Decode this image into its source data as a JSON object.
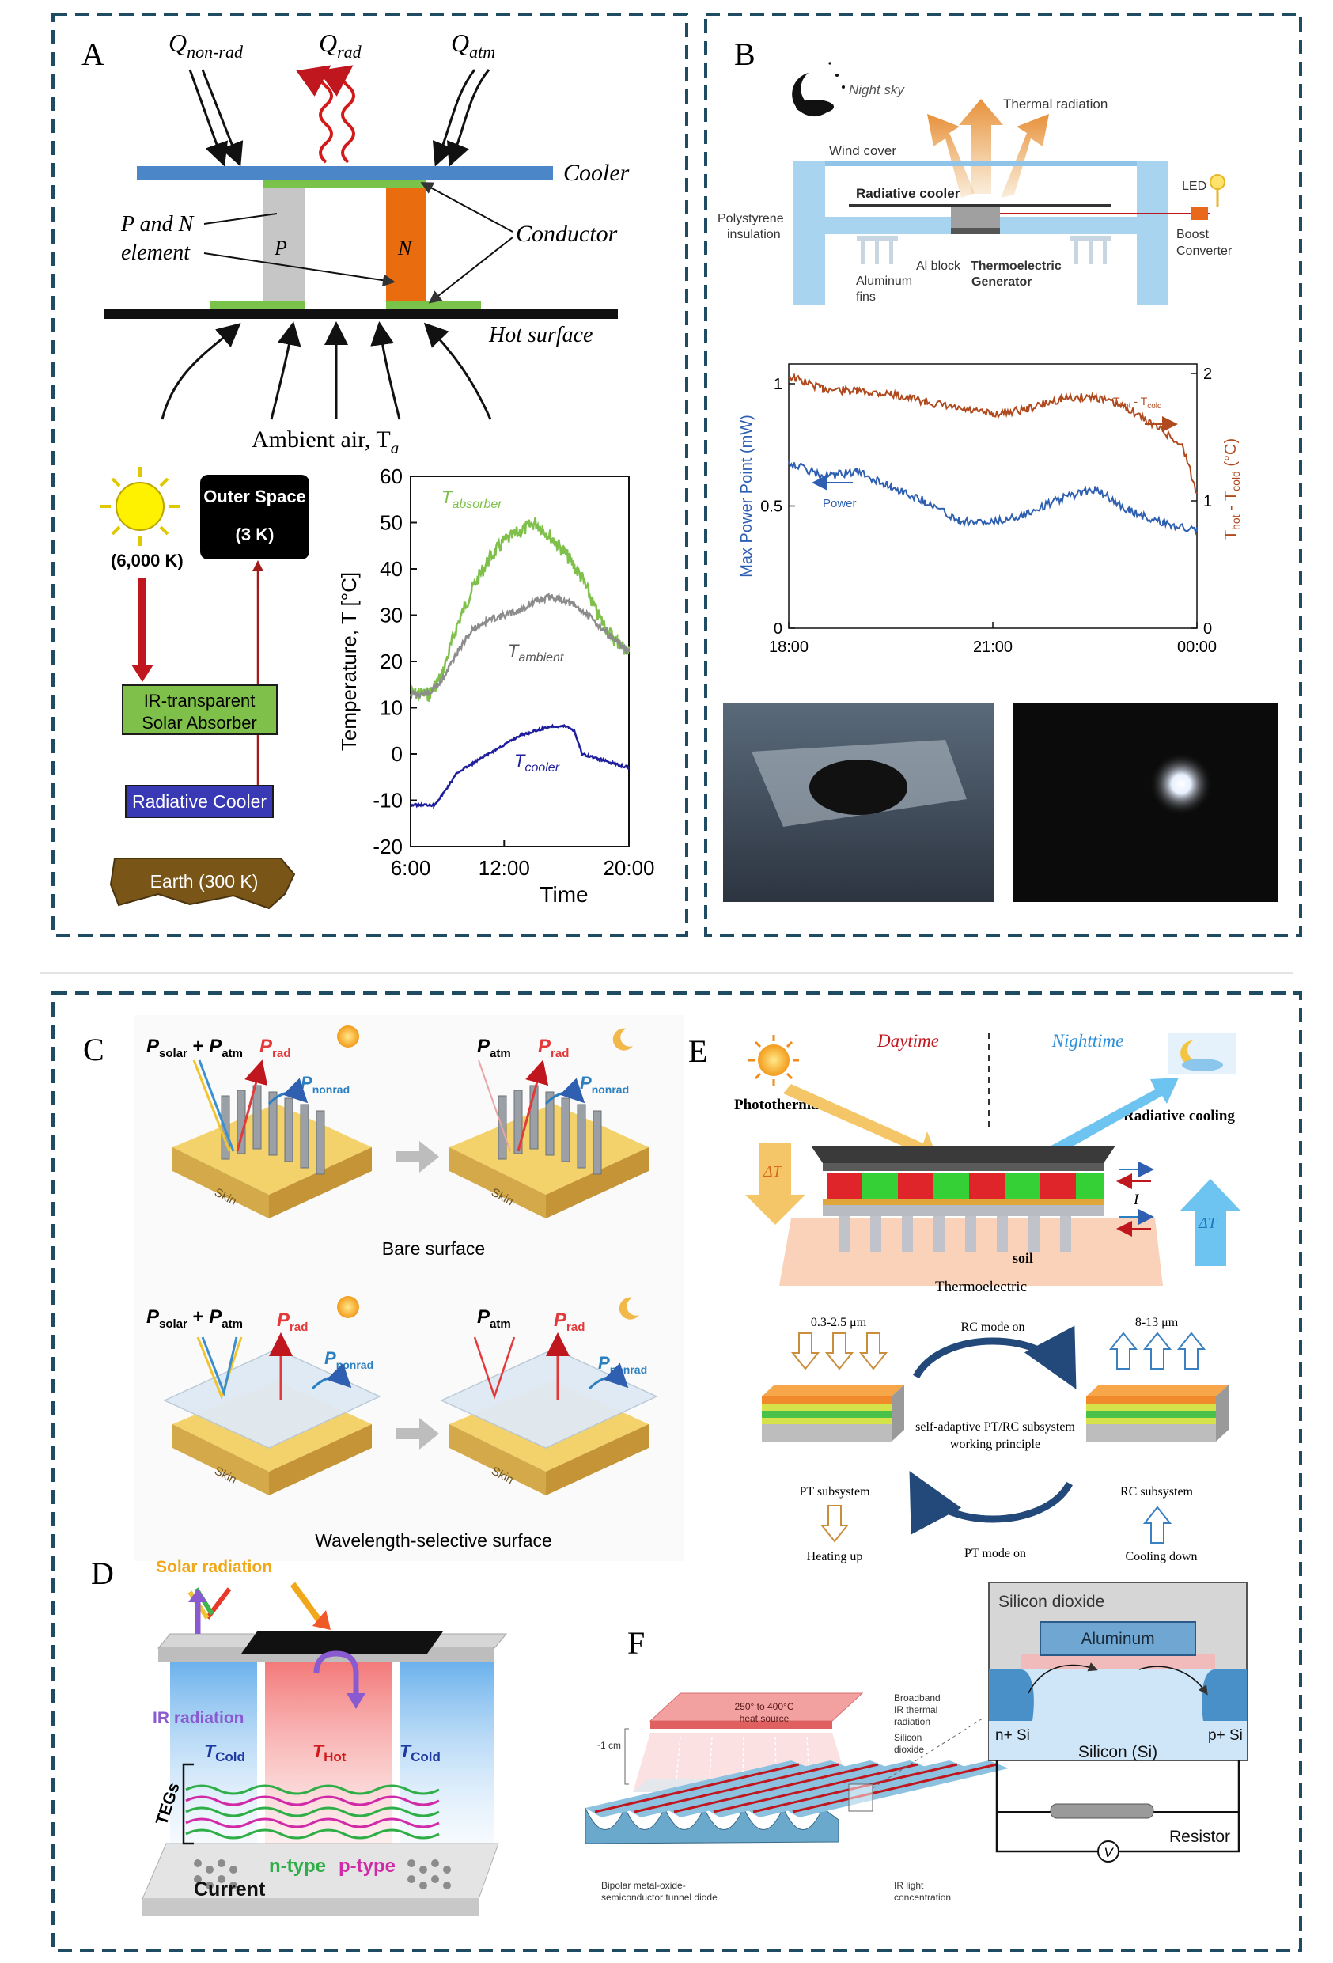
{
  "panel_letters": {
    "a": "A",
    "b": "B",
    "c": "C",
    "d": "D",
    "e": "E",
    "f": "F"
  },
  "panel_a": {
    "q_nonrad": "Q",
    "q_nonrad_sub": "non-rad",
    "q_rad": "Q",
    "q_rad_sub": "rad",
    "q_atm": "Q",
    "q_atm_sub": "atm",
    "cooler": "Cooler",
    "conductor": "Conductor",
    "pn_line1": "P and N",
    "pn_line2": "element",
    "p": "P",
    "n": "N",
    "hot_surface": "Hot surface",
    "ambient": "Ambient air, T",
    "ambient_sub": "a",
    "sun_temp": "(6,000 K)",
    "outer_line1": "Outer Space",
    "outer_line2": "(3 K)",
    "absorber_line1": "IR-transparent",
    "absorber_line2": "Solar Absorber",
    "radiative_cooler": "Radiative Cooler",
    "earth": "Earth (300 K)",
    "chart": {
      "ylabel": "Temperature, T [°C]",
      "xlabel": "Time",
      "yticks": [
        "60",
        "50",
        "40",
        "30",
        "20",
        "10",
        "0",
        "-10",
        "-20"
      ],
      "xticks": [
        "6:00",
        "12:00",
        "20:00"
      ],
      "series_absorber": "T",
      "series_absorber_sub": "absorber",
      "series_ambient": "T",
      "series_ambient_sub": "ambient",
      "series_cooler": "T",
      "series_cooler_sub": "cooler"
    }
  },
  "panel_b": {
    "night_sky": "Night sky",
    "thermal_radiation": "Thermal radiation",
    "wind_cover": "Wind cover",
    "radiative_cooler": "Radiative cooler",
    "led": "LED",
    "polystyrene_1": "Polystyrene",
    "polystyrene_2": "insulation",
    "boost_1": "Boost",
    "boost_2": "Converter",
    "al_block": "Al block",
    "teg_1": "Thermoelectric",
    "teg_2": "Generator",
    "fins_1": "Aluminum",
    "fins_2": "fins",
    "chart": {
      "ylabel_left": "Max Power Point (mW)",
      "ylabel_right": "T",
      "left_ticks": [
        "1",
        "0.5",
        "0"
      ],
      "right_ticks": [
        "2",
        "1",
        "0"
      ],
      "xticks": [
        "18:00",
        "21:00",
        "00:00"
      ],
      "legend_power": "Power",
      "legend_thot": "T",
      "legend_thot_sub1": "hot",
      "legend_thot_sub2": "cold"
    }
  },
  "panel_c": {
    "p": "P",
    "solar": "solar",
    "atm": "atm",
    "rad": "rad",
    "nonrad": "nonrad",
    "plus": " + ",
    "skin": "Skin",
    "bare": "Bare surface",
    "selective": "Wavelength-selective surface"
  },
  "panel_d": {
    "solar_radiation": "Solar radiation",
    "ir_radiation": "IR radiation",
    "t": "T",
    "cold": "Cold",
    "hot": "Hot",
    "tegs": "TEGs",
    "n_type": "n-type",
    "p_type": "p-type",
    "current": "Current"
  },
  "panel_e": {
    "daytime": "Daytime",
    "nighttime": "Nighttime",
    "photothermal": "Photothermal",
    "radiative_cooling": "Radiative cooling",
    "delta_t": "ΔT",
    "i": "I",
    "soil": "soil",
    "thermoelectric": "Thermoelectric",
    "wl_pt": "0.3-2.5 μm",
    "wl_rc": "8-13 μm",
    "rc_mode": "RC mode on",
    "pt_mode": "PT mode on",
    "center_1": "self-adaptive PT/RC subsystem",
    "center_2": "working principle",
    "pt_subsystem": "PT subsystem",
    "rc_subsystem": "RC subsystem",
    "heating": "Heating up",
    "cooling": "Cooling down"
  },
  "panel_f": {
    "heat_1": "250° to 400°C",
    "heat_2": "heat source",
    "one_cm": "~1 cm",
    "broadband_1": "Broadband",
    "broadband_2": "IR thermal",
    "broadband_3": "radiation",
    "silicon_1": "Silicon",
    "silicon_2": "dioxide",
    "bipolar_1": "Bipolar metal-oxide-",
    "bipolar_2": "semiconductor tunnel diode",
    "ir_conc_1": "IR light",
    "ir_conc_2": "concentration",
    "silicon_dioxide": "Silicon dioxide",
    "aluminum": "Aluminum",
    "n_si": "n+ Si",
    "p_si": "p+ Si",
    "silicon_si": "Silicon (Si)",
    "resistor": "Resistor",
    "v": "V"
  },
  "colors": {
    "frame": "#1f4b63",
    "cooler_blue": "#4a86c8",
    "absorber_green": "#7ec04a",
    "ambient_gray": "#8c8c8c",
    "cooler_navy": "#1f1f9e",
    "power_blue": "#2f5fb0",
    "temp_brown": "#b04a1e"
  }
}
